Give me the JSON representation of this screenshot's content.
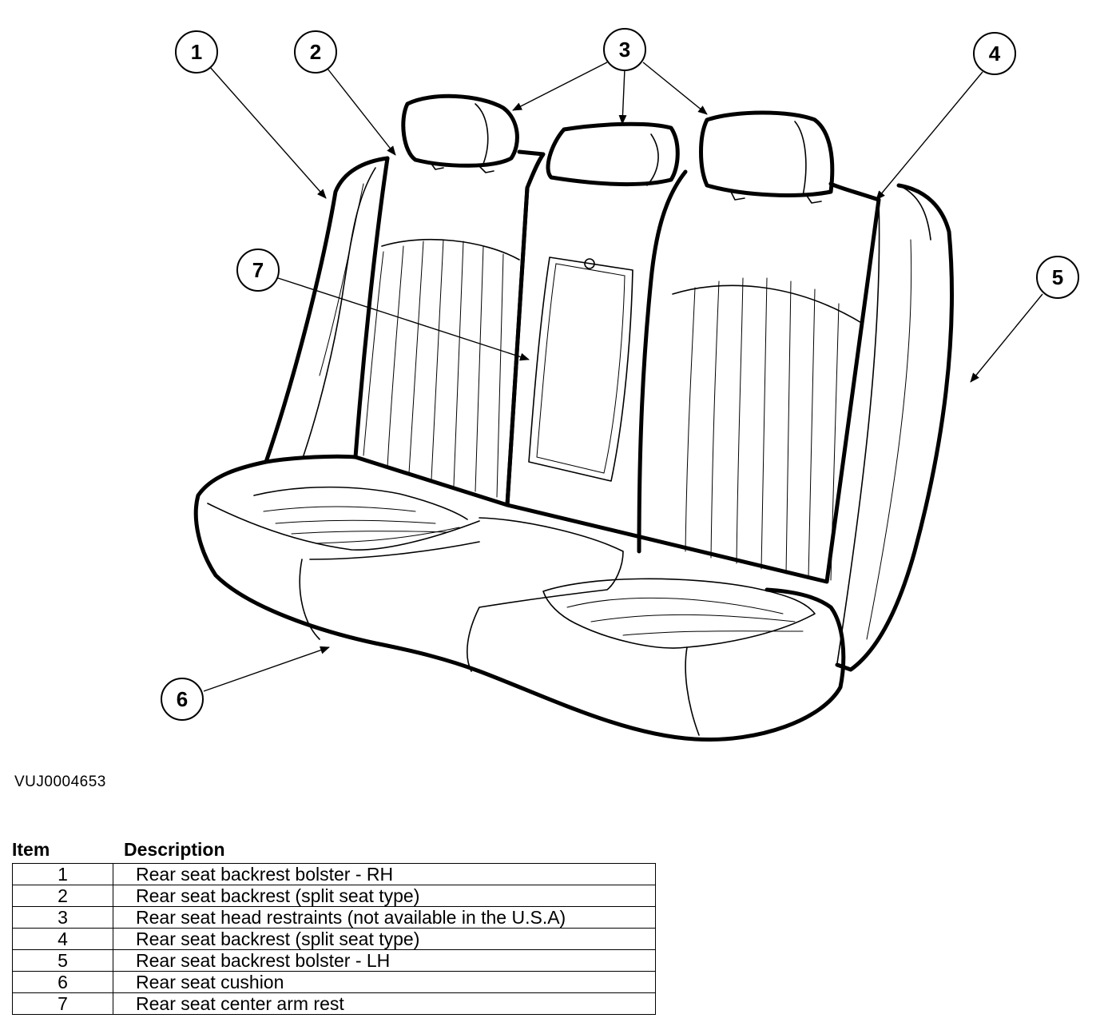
{
  "reference_code": "VUJ0004653",
  "callouts": [
    "1",
    "2",
    "3",
    "4",
    "5",
    "6",
    "7"
  ],
  "legend": {
    "header_item": "Item",
    "header_description": "Description",
    "rows": [
      {
        "item": "1",
        "description": "Rear seat backrest bolster - RH"
      },
      {
        "item": "2",
        "description": "Rear seat backrest (split seat type)"
      },
      {
        "item": "3",
        "description": "Rear seat head restraints (not available in the U.S.A)"
      },
      {
        "item": "4",
        "description": "Rear seat backrest (split seat type)"
      },
      {
        "item": "5",
        "description": "Rear seat backrest bolster - LH"
      },
      {
        "item": "6",
        "description": "Rear seat cushion"
      },
      {
        "item": "7",
        "description": "Rear seat center arm rest"
      }
    ]
  }
}
